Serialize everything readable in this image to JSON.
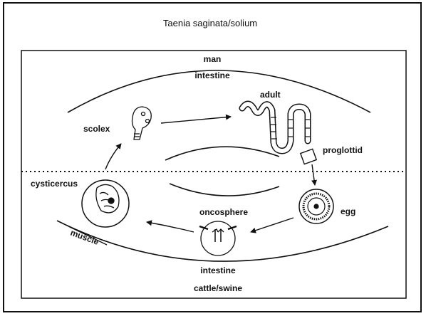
{
  "title": "Taenia saginata/solium",
  "labels": {
    "host_top": "man",
    "intestine_top": "intestine",
    "adult": "adult",
    "scolex": "scolex",
    "proglottid": "proglottid",
    "cysticercus": "cysticercus",
    "egg": "egg",
    "oncosphere": "oncosphere",
    "muscle": "muscle",
    "intestine_bottom": "intestine",
    "host_bottom": "cattle/swine"
  }
}
